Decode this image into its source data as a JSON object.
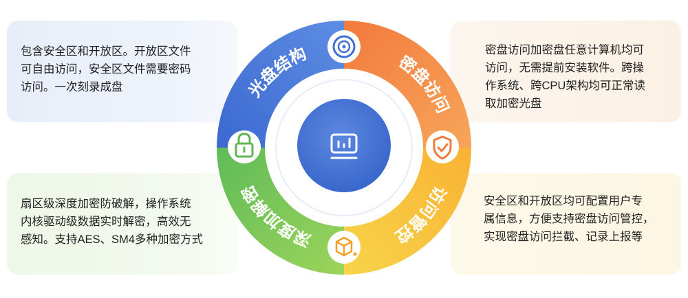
{
  "cards": {
    "top_left": "包含安全区和开放区。开放区文件\n可自由访问，安全区文件需要密码\n访问。一次刻录成盘",
    "top_right": "密盘访问加密盘任意计算机均可\n访问，无需提前安装软件。跨操\n作系统、跨CPU架构均可正常读\n取加密光盘",
    "bottom_left": "扇区级深度加密防破解，操作系统\n内核驱动级数据实时解密，高效无\n感知。支持AES、SM4多种加密方式",
    "bottom_right": "安全区和开放区均可配置用户专\n属信息，方便支持密盘访问管控，\n实现密盘访问拦截、记录上报等"
  },
  "segments": {
    "disc_structure": "光盘结构",
    "encrypted_access": "密盘访问",
    "access_control": "访问管控",
    "deep_encryption": "深度加解密"
  },
  "icons": {
    "disc_structure": "disc-icon",
    "encrypted_access": "shield-check-icon",
    "access_control": "cube-circuit-icon",
    "deep_encryption": "padlock-icon",
    "center": "monitor-chart-icon"
  },
  "colors": {
    "blue": "#4a78d6",
    "orange": "#f08a4a",
    "yellow": "#f7c23a",
    "green": "#7cc55a",
    "center": "#3f6fd1"
  }
}
